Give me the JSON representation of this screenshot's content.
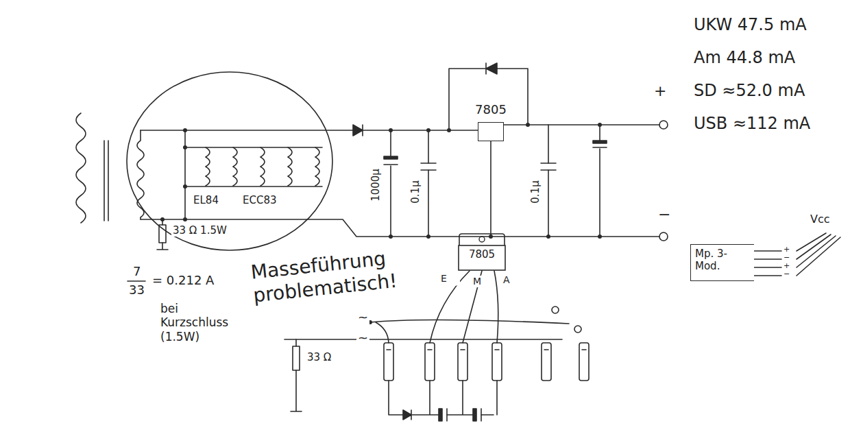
{
  "diagram": {
    "nodes": [
      {
        "text": [
          "7805"
        ]
      },
      {
        "text": [
          "7805"
        ]
      },
      {
        "text": [
          "Mp. 3-Mod."
        ]
      }
    ],
    "labels": [
      "UKW 47.5 mA",
      "Am 44.8 mA",
      "SD ≈52.0 mA",
      "USB ≈112 mA",
      "+",
      "−",
      "1000µ",
      "0.1µ",
      "0.1µ",
      "EL84",
      "ECC83",
      "33 Ω 1.5W",
      "Masseführung problematisch!",
      "7",
      "33",
      "= 0.212 A",
      "bei Kurzschluss (1.5W)",
      "E",
      "M",
      "A",
      "~",
      "~",
      "33 Ω",
      "Vcc",
      "+",
      "−",
      "+",
      "−"
    ]
  }
}
